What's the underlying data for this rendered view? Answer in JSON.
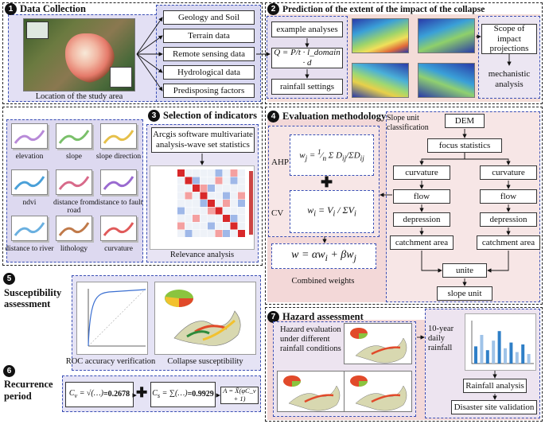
{
  "sections": {
    "s1": {
      "num": "1",
      "title": "Data Collection"
    },
    "s2": {
      "num": "2",
      "title": "Prediction of the extent of the impact of the collapse"
    },
    "s3": {
      "num": "3",
      "title": "Selection of indicators"
    },
    "s4": {
      "num": "4",
      "title": "Evaluation methodology"
    },
    "s5": {
      "num": "5",
      "title": "Susceptibility assessment"
    },
    "s6": {
      "num": "6",
      "title": "Recurrence period"
    },
    "s7": {
      "num": "7",
      "title": "Hazard assessment"
    }
  },
  "data_collection": {
    "map_caption": "Location of the study area",
    "items": [
      "Geology and Soil",
      "Terrain data",
      "Remote sensing data",
      "Hydrological data",
      "Predisposing factors"
    ]
  },
  "prediction": {
    "example": "example analyses",
    "formula": "Q = P/t · l_domain · d",
    "rainfall": "rainfall settings",
    "scope": "Scope of impact projections",
    "mechanistic": "mechanistic analysis"
  },
  "indicators": {
    "software": "Arcgis software multivariate analysis-wave set statistics",
    "relevance": "Relevance analysis",
    "maps": [
      "elevation",
      "slope",
      "slope direction",
      "ndvi",
      "distance from road",
      "distance to fault",
      "distance to river",
      "lithology",
      "curvature"
    ]
  },
  "evaluation": {
    "ahp": "AHP",
    "cv": "CV",
    "combined": "Combined weights",
    "slope_unit_label": "Slope unit classification",
    "dem": "DEM",
    "focus": "focus statistics",
    "curvature": "curvature",
    "flow": "flow",
    "depression": "depression",
    "catchment": "catchment area",
    "unite": "unite",
    "slope_unit": "slope unit"
  },
  "susceptibility": {
    "roc_caption": "ROC accuracy verification",
    "collapse_caption": "Collapse susceptibility"
  },
  "recurrence": {
    "cv_value": "=0.2678",
    "cs_value": "=0.9929",
    "formula_a": "A = X̄(φC_v + 1)"
  },
  "hazard": {
    "eval_text": "Hazard evaluation under different rainfall conditions",
    "daily": "10-year daily rainfall",
    "rain_analysis": "Rainfall analysis",
    "validation": "Disaster site validation"
  }
}
